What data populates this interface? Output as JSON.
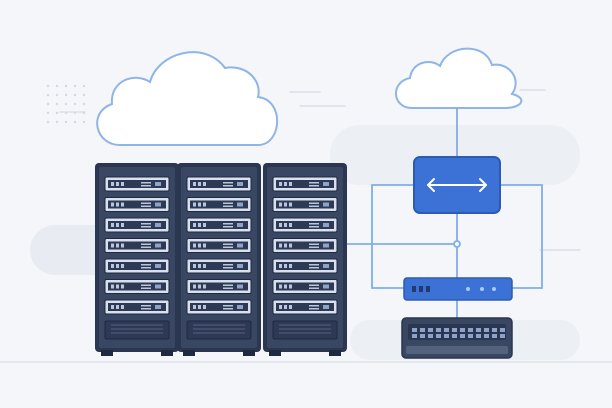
{
  "scene": {
    "type": "infrastructure-illustration",
    "clouds": 2,
    "server_racks": 3,
    "units_per_rack": 7,
    "network_switch_arrow_icon": "bidirectional-arrow-icon",
    "colors": {
      "background": "#f4f6f9",
      "rack_dark": "#3a4763",
      "rack_frame": "#2b3650",
      "accent_blue": "#3c72d6",
      "line_blue": "#7faee8",
      "cloud_fill": "#ffffff",
      "cloud_stroke": "#8fb5e8"
    }
  }
}
